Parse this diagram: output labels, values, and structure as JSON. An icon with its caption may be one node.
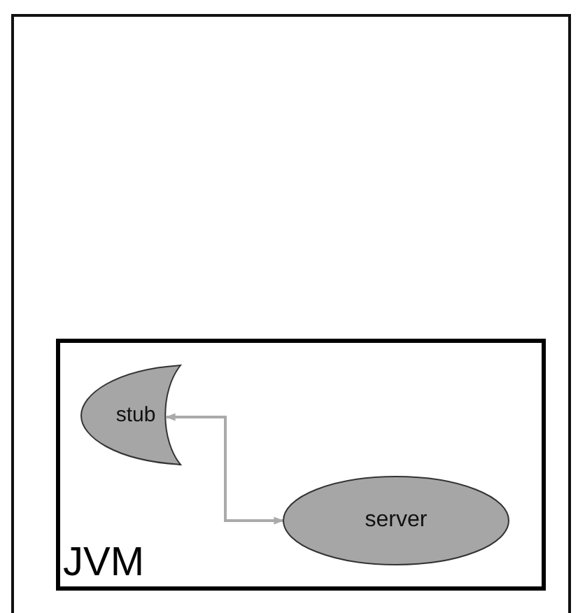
{
  "diagram": {
    "nodes": [
      {
        "text": [],
        "shape": "box"
      },
      {
        "text": [
          "JVM"
        ],
        "in": 0
      },
      {
        "text": [
          "stub"
        ],
        "in": 1
      },
      {
        "text": [
          "server"
        ],
        "in": 1
      }
    ],
    "edges": [
      {
        "from": 2,
        "to": 3,
        "arrow": "both",
        "color": "#aaaaaa"
      }
    ]
  }
}
